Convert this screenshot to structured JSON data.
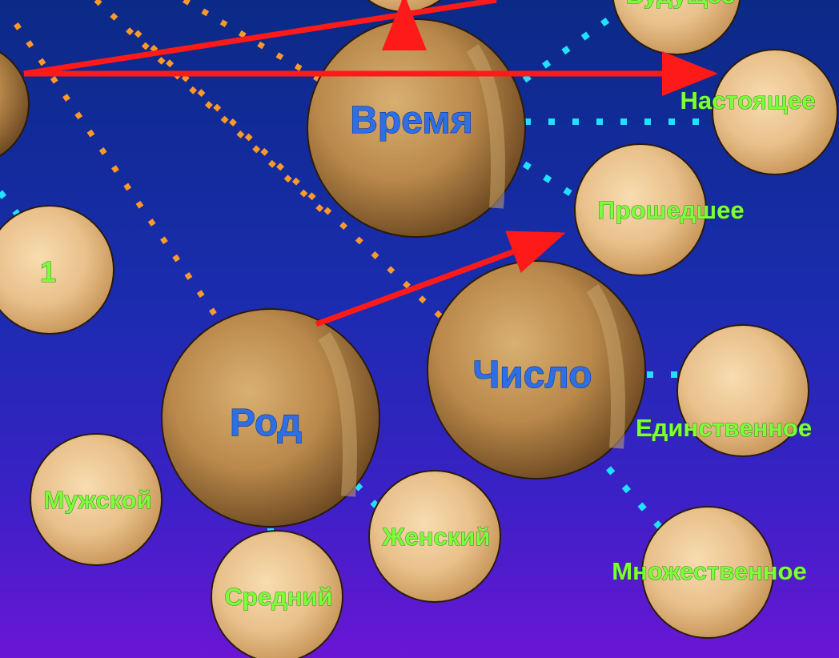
{
  "diagram": {
    "concepts": [
      {
        "id": "time",
        "label": "Время"
      },
      {
        "id": "number",
        "label": "Число"
      },
      {
        "id": "gender",
        "label": "Род"
      }
    ],
    "values": [
      {
        "id": "present",
        "label": "Настоящее"
      },
      {
        "id": "past",
        "label": "Прошедшее"
      },
      {
        "id": "future",
        "label": "Будущее"
      },
      {
        "id": "singular",
        "label": "Единственное"
      },
      {
        "id": "plural",
        "label": "Множественное"
      },
      {
        "id": "masculine",
        "label": "Мужской"
      },
      {
        "id": "feminine",
        "label": "Женский"
      },
      {
        "id": "neuter",
        "label": "Средний"
      },
      {
        "id": "person",
        "label": "1"
      }
    ],
    "colors": {
      "arrow": "#ff1a1a",
      "dotted_orange": "#ff9a2a",
      "dotted_cyan": "#22e0ff",
      "big_label": "#2f6fe6",
      "small_label": "#7dff3a"
    }
  }
}
